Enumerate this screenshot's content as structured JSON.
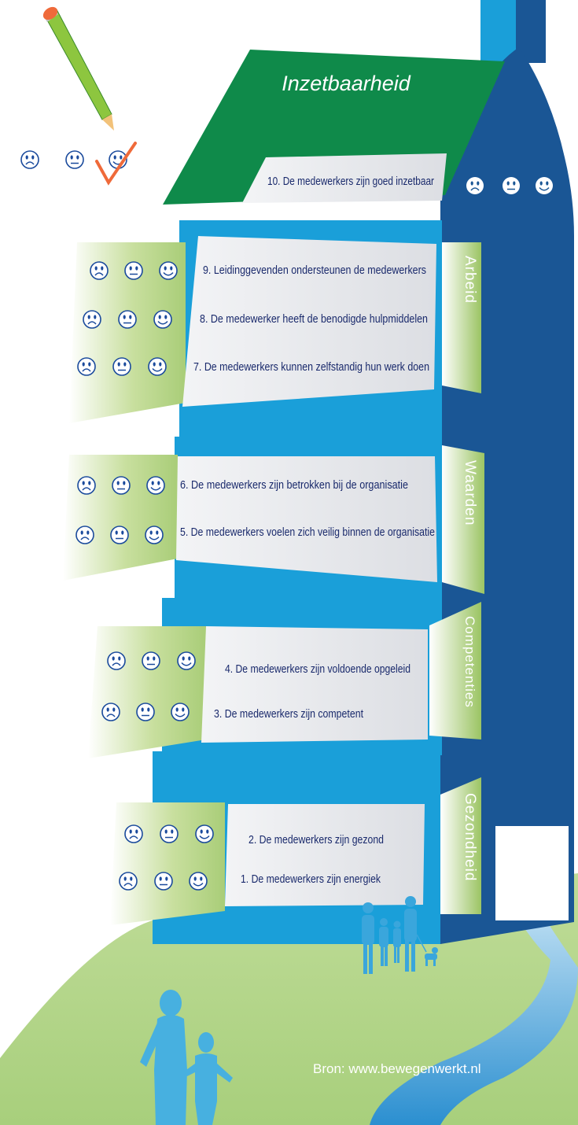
{
  "title": "Inzetbaarheid",
  "statements": {
    "s10": "10. De medewerkers zijn goed inzetbaar",
    "s9": "9. Leidinggevenden ondersteunen de medewerkers",
    "s8": "8. De medewerker heeft de benodigde hulpmiddelen",
    "s7": "7. De medewerkers kunnen zelfstandig hun werk doen",
    "s6": "6. De medewerkers zijn betrokken bij de organisatie",
    "s5": "5. De medewerkers voelen zich veilig binnen de organisatie",
    "s4": "4. De medewerkers zijn voldoende opgeleid",
    "s3": "3. De medewerkers zijn competent",
    "s2": "2. De medewerkers zijn gezond",
    "s1": "1. De medewerkers zijn energiek"
  },
  "categories": {
    "arbeid": "Arbeid",
    "waarden": "Waarden",
    "competenties": "Competenties",
    "gezondheid": "Gezondheid"
  },
  "source": "Bron: www.bewegenwerkt.nl",
  "colors": {
    "roof_green": "#0f8a4a",
    "building_blue": "#1a9fd9",
    "side_dark_blue": "#1a5695",
    "panel_grey": "#e6e7eb",
    "meadow_green": "#b6d68c",
    "pencil_green": "#8dc63f",
    "check_orange": "#ef6a3a"
  },
  "icons": [
    "pencil-icon",
    "sad-face-icon",
    "neutral-face-icon",
    "happy-face-icon",
    "check-mark-icon",
    "family-icon",
    "adult-child-icon",
    "river-icon"
  ]
}
